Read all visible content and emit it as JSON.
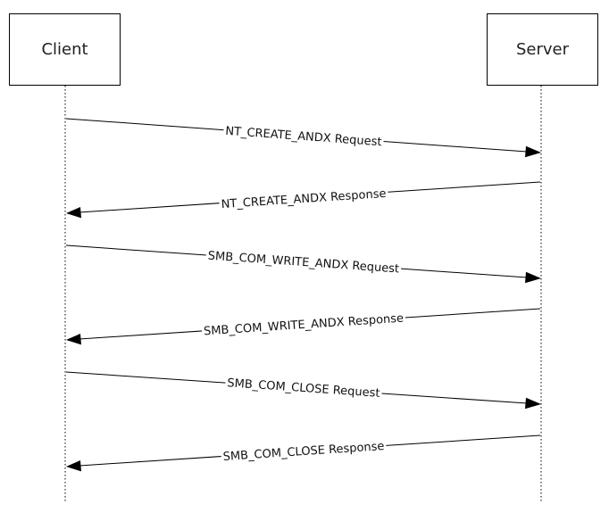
{
  "actors": {
    "client": "Client",
    "server": "Server"
  },
  "messages": [
    {
      "label": "NT_CREATE_ANDX Request",
      "from": "client",
      "to": "server"
    },
    {
      "label": "NT_CREATE_ANDX Response",
      "from": "server",
      "to": "client"
    },
    {
      "label": "SMB_COM_WRITE_ANDX Request",
      "from": "client",
      "to": "server"
    },
    {
      "label": "SMB_COM_WRITE_ANDX Response",
      "from": "server",
      "to": "client"
    },
    {
      "label": "SMB_COM_CLOSE Request",
      "from": "client",
      "to": "server"
    },
    {
      "label": "SMB_COM_CLOSE Response",
      "from": "server",
      "to": "client"
    }
  ]
}
